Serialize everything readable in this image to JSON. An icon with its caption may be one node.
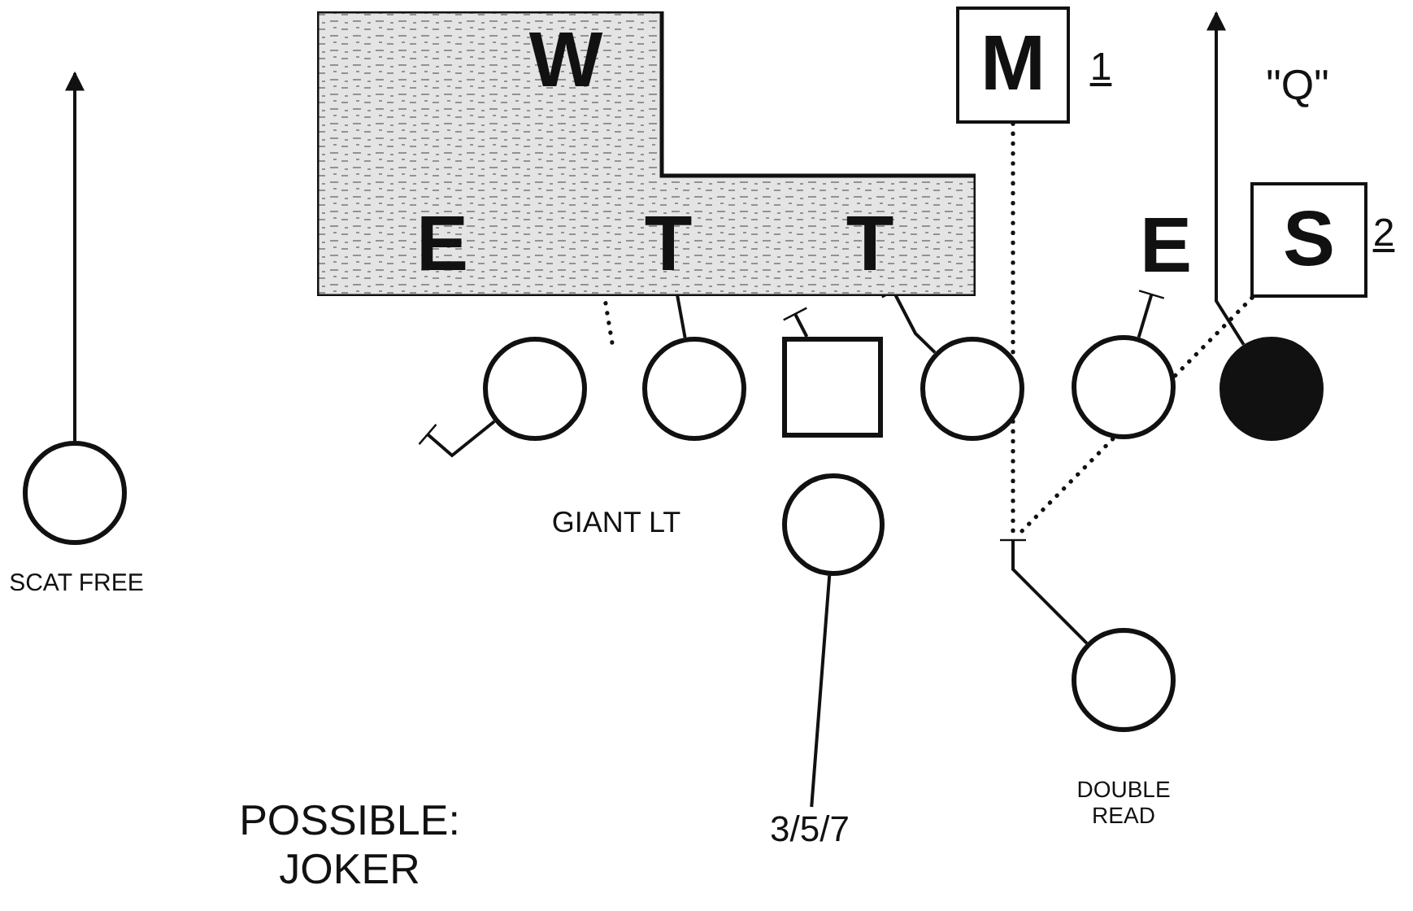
{
  "diagram": {
    "nodes": [
      {
        "text": [],
        "shape": "box"
      },
      {
        "text": [
          "W"
        ],
        "in": 0
      },
      {
        "text": [
          "E"
        ],
        "in": 0
      },
      {
        "text": [
          "T"
        ],
        "in": 0
      },
      {
        "text": [
          "T"
        ],
        "in": 0
      },
      {
        "text": [
          "M"
        ],
        "beside": [
          "1"
        ]
      },
      {
        "text": [
          "E"
        ]
      },
      {
        "text": [
          "S"
        ],
        "beside": [
          "2"
        ]
      },
      {
        "text": [],
        "shape": "circle"
      },
      {
        "text": [],
        "shape": "circle"
      },
      {
        "text": [],
        "shape": "box"
      },
      {
        "text": [],
        "shape": "circle"
      },
      {
        "text": [],
        "shape": "circle"
      },
      {
        "text": [],
        "shape": "circle"
      },
      {
        "text": [],
        "shape": "circle",
        "beside": [
          "SCAT FREE"
        ]
      },
      {
        "text": [],
        "shape": "circle",
        "beside": [
          "GIANT LT"
        ]
      },
      {
        "text": [
          "3/5/7"
        ]
      },
      {
        "text": [],
        "shape": "circle",
        "beside": [
          "DOUBLE READ"
        ]
      }
    ],
    "edges": [
      {
        "from": 8,
        "to": null,
        "arrow": "other"
      },
      {
        "from": 9,
        "to": 3,
        "arrow": "other"
      },
      {
        "from": 10,
        "to": null,
        "arrow": "other"
      },
      {
        "from": 11,
        "to": 4,
        "arrow": "other"
      },
      {
        "from": 12,
        "to": 6,
        "arrow": "other"
      },
      {
        "from": 1,
        "to": null,
        "arrow": "none",
        "style": "dashed"
      },
      {
        "from": 5,
        "to": null,
        "arrow": "none",
        "style": "dashed"
      },
      {
        "from": 7,
        "to": null,
        "arrow": "none",
        "style": "dashed"
      },
      {
        "from": 17,
        "to": null,
        "arrow": "other"
      },
      {
        "from": 13,
        "to": null,
        "arrow": "to"
      },
      {
        "from": 14,
        "to": null,
        "arrow": "to"
      },
      {
        "from": 15,
        "to": 16,
        "arrow": "none"
      }
    ],
    "labels": [
      "\"Q\"",
      "POSSIBLE: JOKER"
    ]
  }
}
